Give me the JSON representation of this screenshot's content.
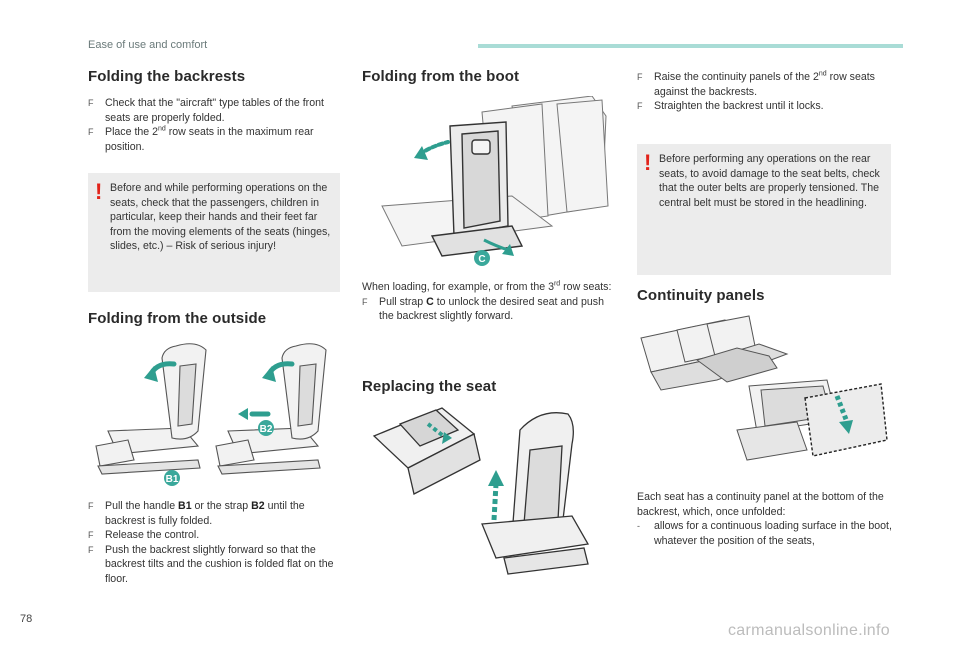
{
  "header": {
    "section_label": "Ease of use and comfort"
  },
  "colors": {
    "accent_bar": "#a9dcd6",
    "warning_mark": "#e2231a",
    "illustration_arrow": "#2e9e8f",
    "callout_badge": "#3aa89b"
  },
  "folding_backrests": {
    "title": "Folding the backrests",
    "bullet_marker": "F",
    "b1": "Check that the \"aircraft\" type tables of the front seats are properly folded.",
    "b2_pre": "Place the 2",
    "b2_sup": "nd",
    "b2_post": " row seats in the maximum rear position.",
    "warning": "Before and while performing operations on the seats, check that the passengers, children in particular, keep their hands and their feet far from the moving elements of the seats (hinges, slides, etc.) – Risk of serious injury!"
  },
  "folding_outside": {
    "title": "Folding from the outside",
    "callout_b1": "B1",
    "callout_b2": "B2",
    "b1_pre": "Pull the handle ",
    "b1_bold1": "B1",
    "b1_mid": " or the strap ",
    "b1_bold2": "B2",
    "b1_post": " until the backrest is fully folded.",
    "b2": "Release the control.",
    "b3": "Push the backrest slightly forward so that the backrest tilts and the cushion is folded flat on the floor."
  },
  "folding_boot": {
    "title": "Folding from the boot",
    "callout_c": "C",
    "intro_pre": "When loading, for example, or from the 3",
    "intro_sup": "rd",
    "intro_post": " row seats:",
    "b1_pre": "Pull strap ",
    "b1_bold": "C",
    "b1_post": " to unlock the desired seat and push the backrest slightly forward."
  },
  "replacing_seat": {
    "title": "Replacing the seat"
  },
  "col3_top": {
    "b1_pre": "Raise the continuity panels of the 2",
    "b1_sup": "nd",
    "b1_post": " row seats against the backrests.",
    "b2": "Straighten the backrest until it locks.",
    "warning": "Before performing any operations on the rear seats, to avoid damage to the seat belts, check that the outer belts are properly tensioned. The central belt must be stored in the headlining."
  },
  "continuity_panels": {
    "title": "Continuity panels",
    "intro": "Each seat has a continuity panel at the bottom of the backrest, which, once unfolded:",
    "dash": "-",
    "item1": "allows for a continuous loading surface in the boot, whatever the position of the seats,"
  },
  "footer": {
    "page_number": "78",
    "watermark": "carmanualsonline.info"
  }
}
